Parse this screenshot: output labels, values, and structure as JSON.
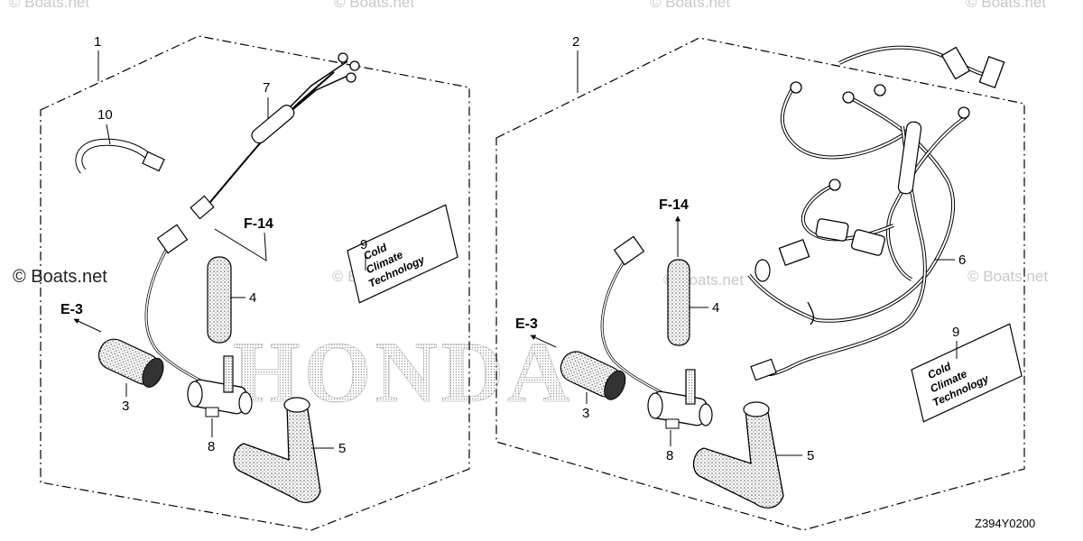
{
  "watermark": {
    "text": "© Boats.net"
  },
  "brand_background": "HONDA",
  "drawing_code": "Z394Y0200",
  "sticker": {
    "line1": "Cold",
    "line2": "Climate",
    "line3": "Technology"
  },
  "kits": [
    {
      "kit_number": "1",
      "callouts": {
        "c10": "10",
        "c7": "7",
        "c9": "9",
        "c4": "4",
        "c3": "3",
        "c8": "8",
        "c5": "5"
      },
      "refs": {
        "f14": "F-14",
        "e3": "E-3"
      }
    },
    {
      "kit_number": "2",
      "callouts": {
        "c6": "6",
        "c9": "9",
        "c4": "4",
        "c3": "3",
        "c8": "8",
        "c5": "5"
      },
      "refs": {
        "f14": "F-14",
        "e3": "E-3"
      }
    }
  ],
  "colors": {
    "line": "#000000",
    "watermark": "#c8c8c8",
    "foam_dot": "#555555"
  }
}
